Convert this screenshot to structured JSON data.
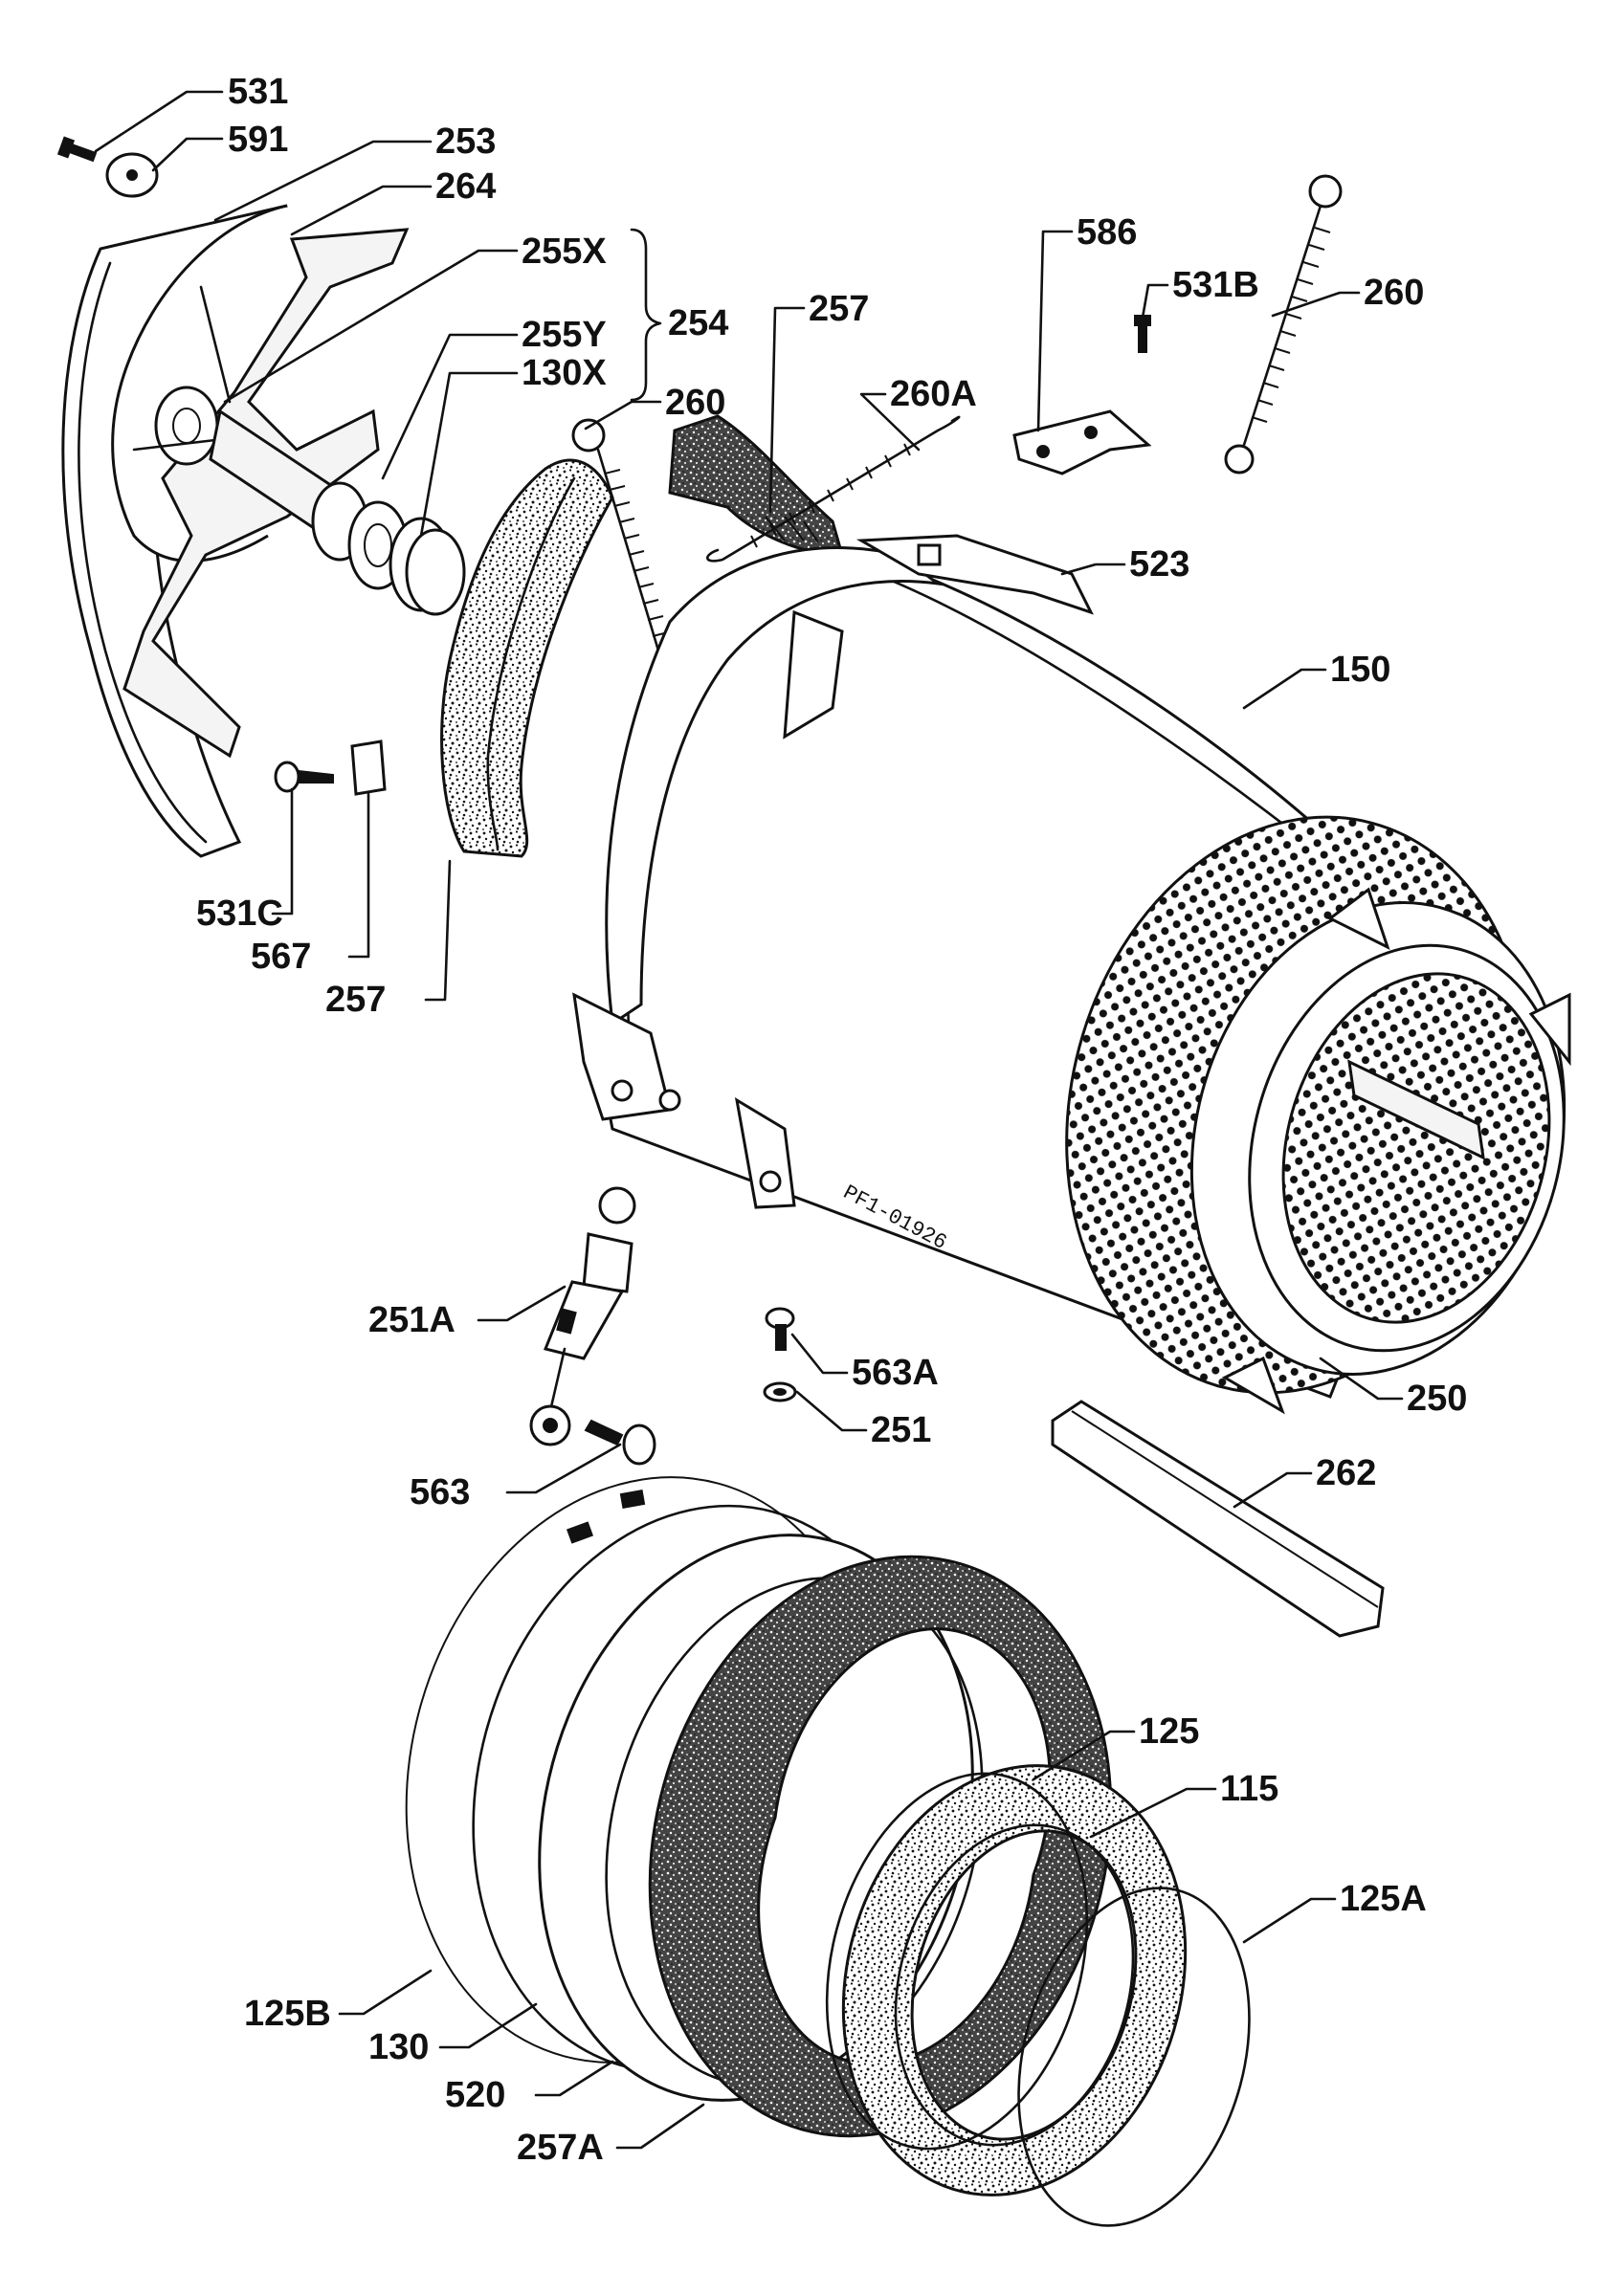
{
  "colors": {
    "ink": "#111111",
    "paper": "#ffffff"
  },
  "drawing_code": "PF1-01926",
  "labels": {
    "p531": "531",
    "p591": "591",
    "p253": "253",
    "p264": "264",
    "p255x": "255X",
    "p254": "254",
    "p255y": "255Y",
    "p130x": "130X",
    "p260_mid": "260",
    "p257_top": "257",
    "p260a": "260A",
    "p586": "586",
    "p531b": "531B",
    "p260_right": "260",
    "p523": "523",
    "p150": "150",
    "p531c": "531C",
    "p567": "567",
    "p257_left": "257",
    "p251a": "251A",
    "p563a": "563A",
    "p251": "251",
    "p250": "250",
    "p262": "262",
    "p563": "563",
    "p125": "125",
    "p115": "115",
    "p125a": "125A",
    "p125b": "125B",
    "p130": "130",
    "p520": "520",
    "p257a": "257A"
  }
}
